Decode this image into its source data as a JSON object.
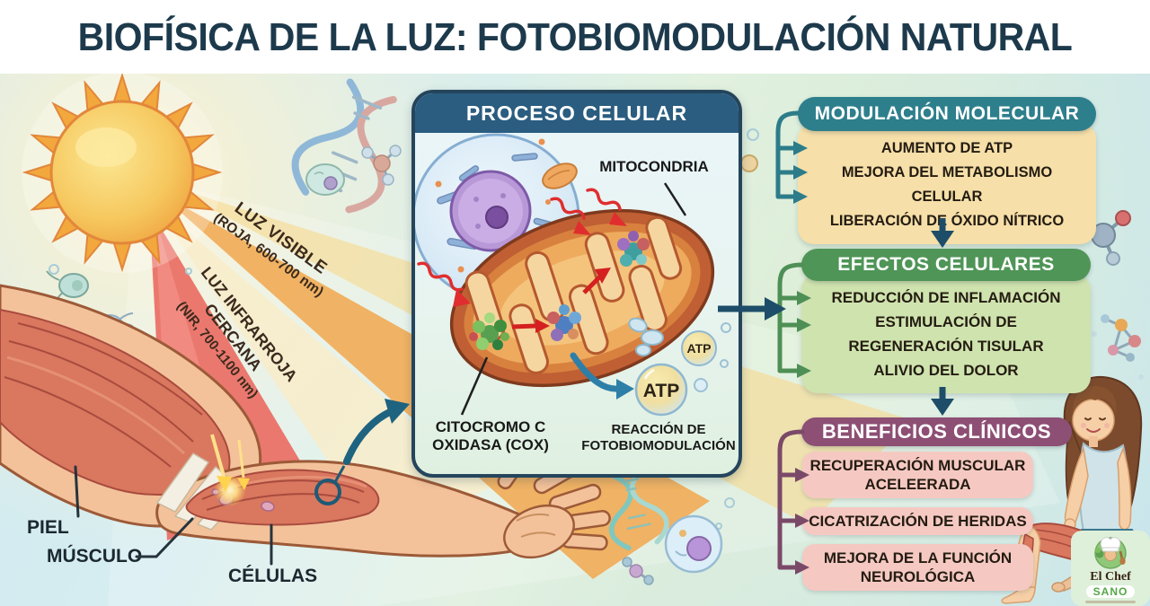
{
  "title": "BIOFÍSICA DE LA LUZ: FOTOBIOMODULACIÓN NATURAL",
  "sun_scene": {
    "visible_light": {
      "name": "LUZ VISIBLE",
      "range": "(ROJA, 600-700 nm)"
    },
    "infrared_light": {
      "name": "LUZ INFRARROJA CERCANA",
      "range": "(NIR, 700-1100 nm)"
    },
    "labels": {
      "skin": "PIEL",
      "muscle": "MÚSCULO",
      "cells": "CÉLULAS"
    }
  },
  "cellular_process": {
    "header": "PROCESO CELULAR",
    "mitochondria": "MITOCONDRIA",
    "cox": "CITOCROMO C OXIDASA (COX)",
    "reaction": "REACCIÓN DE FOTOBIOMODULACIÓN",
    "atp_large": "ATP",
    "atp_small": "ATP"
  },
  "flow_boxes": [
    {
      "header": "MODULACIÓN MOLECULAR",
      "items": [
        "AUMENTO DE ATP",
        "MEJORA DEL METABOLISMO CELULAR",
        "LIBERACIÓN DE ÓXIDO NÍTRICO"
      ]
    },
    {
      "header": "EFECTOS CELULARES",
      "items": [
        "REDUCCIÓN DE INFLAMACIÓN",
        "ESTIMULACIÓN DE REGENERACIÓN TISULAR",
        "ALIVIO DEL DOLOR"
      ]
    },
    {
      "header": "BENEFICIOS CLÍNICOS",
      "items": [
        "RECUPERACIÓN MUSCULAR ACELEERADA",
        "CICATRIZACIÓN DE HERIDAS",
        "MEJORA DE LA FUNCIÓN NEUROLÓGICA"
      ]
    }
  ],
  "logo": {
    "brand_top": "El Chef",
    "brand_bottom": "SANO"
  },
  "colors": {
    "title_text": "#1d3a4c",
    "panel_header_bg": "#2a5d80",
    "modulacion_header_bg": "#2e7f8c",
    "modulacion_body_bg": "#f6dfa8",
    "efectos_header_bg": "#4f9557",
    "efectos_body_bg": "#cfe3ae",
    "beneficios_header_bg": "#8d4f74",
    "beneficios_item_bg": "#f5c9c2",
    "connector_arrow": "#1d4d68",
    "photon_arrow": "#e02e2e"
  }
}
